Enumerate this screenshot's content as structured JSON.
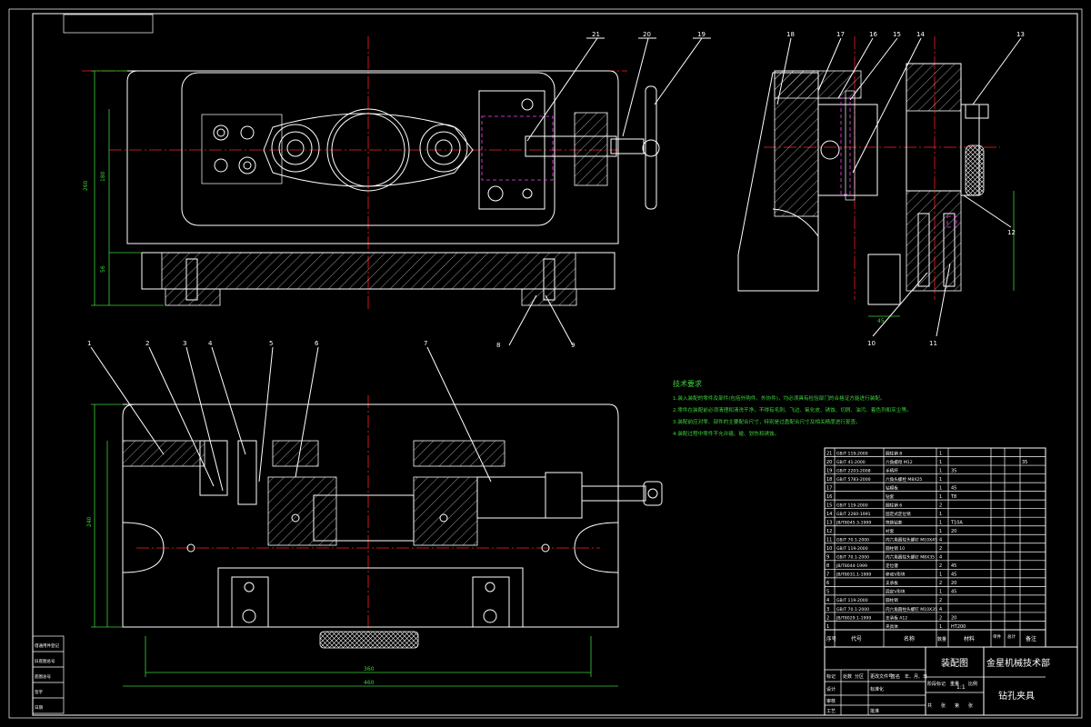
{
  "drawing": {
    "technical_requirements": {
      "heading": "技术要求",
      "items": [
        "1.装入装配的零件及部件(包括外购件、外协件)，均必须具有检验部门的合格证方能进行装配。",
        "2.零件在装配前必须清理和清洗干净，不得有毛刺、飞边、氧化皮、锈蚀、切屑、油污、着色剂和灰尘等。",
        "3.装配前应对零、部件的主要配合尺寸，特别是过盈配合尺寸及相关精度进行复查。",
        "4.装配过程中零件不允许磕、碰、划伤和锈蚀。"
      ]
    },
    "balloons_top_front": [
      "21",
      "20",
      "19"
    ],
    "balloons_side": [
      "18",
      "17",
      "16",
      "15",
      "14",
      "13",
      "12",
      "11",
      "10"
    ],
    "balloons_top_bottom": [
      "8",
      "9"
    ],
    "balloons_plan": [
      "1",
      "2",
      "3",
      "4",
      "5",
      "6",
      "7"
    ],
    "title_block": {
      "drawing_name": "装配图",
      "company": "金星机械技术部",
      "product_name": "钻孔夹具",
      "header_cols": [
        "序号",
        "代号",
        "名称",
        "数量",
        "材料",
        "单件",
        "总计",
        "备注"
      ],
      "sign_rows": [
        "标记",
        "处数",
        "分区",
        "更改文件号",
        "签名",
        "年、月、日"
      ],
      "sign_rows2": [
        "设计",
        "标准化",
        "阶段标记",
        "重量",
        "比例"
      ],
      "sign_rows3": [
        "审核",
        "工艺",
        "批准"
      ],
      "sheet_info": [
        "共",
        "张",
        "第",
        "张"
      ],
      "scale": "1:1"
    },
    "bom": [
      {
        "no": "21",
        "code": "GB/T 119-2000",
        "name": "圆柱销 8",
        "qty": "1",
        "mat": "",
        "note": ""
      },
      {
        "no": "20",
        "code": "GB/T 41-2000",
        "name": "六角螺母 M12",
        "qty": "1",
        "mat": "",
        "note": "35"
      },
      {
        "no": "19",
        "code": "GB/T 2203-2008",
        "name": "手柄杆",
        "qty": "1",
        "mat": "35",
        "note": ""
      },
      {
        "no": "18",
        "code": "GB/T 5783-2000",
        "name": "六角头螺栓 M8X25",
        "qty": "1",
        "mat": "",
        "note": ""
      },
      {
        "no": "17",
        "code": "",
        "name": "钻模板",
        "qty": "1",
        "mat": "45",
        "note": ""
      },
      {
        "no": "16",
        "code": "",
        "name": "钻套",
        "qty": "1",
        "mat": "T8",
        "note": ""
      },
      {
        "no": "15",
        "code": "GB/T 119-2000",
        "name": "圆柱销 6",
        "qty": "2",
        "mat": "",
        "note": ""
      },
      {
        "no": "14",
        "code": "GB/T 2260-1991",
        "name": "固定式定位销",
        "qty": "1",
        "mat": "",
        "note": ""
      },
      {
        "no": "13",
        "code": "JB/T8045.3-1999",
        "name": "快换钻套",
        "qty": "1",
        "mat": "T10A",
        "note": ""
      },
      {
        "no": "12",
        "code": "",
        "name": "衬套",
        "qty": "1",
        "mat": "20",
        "note": ""
      },
      {
        "no": "11",
        "code": "GB/T 70.1-2000",
        "name": "内六角圆柱头螺钉 M10X45",
        "qty": "4",
        "mat": "",
        "note": ""
      },
      {
        "no": "10",
        "code": "GB/T 119-2000",
        "name": "圆柱销 10",
        "qty": "2",
        "mat": "",
        "note": ""
      },
      {
        "no": "9",
        "code": "GB/T 70.1-2000",
        "name": "内六角圆柱头螺钉 M8X35",
        "qty": "4",
        "mat": "",
        "note": ""
      },
      {
        "no": "8",
        "code": "JB/T8044-1999",
        "name": "定位键",
        "qty": "2",
        "mat": "45",
        "note": ""
      },
      {
        "no": "7",
        "code": "JB/T8031.1-1999",
        "name": "移动V形块",
        "qty": "1",
        "mat": "45",
        "note": ""
      },
      {
        "no": "6",
        "code": "",
        "name": "支承板",
        "qty": "2",
        "mat": "20",
        "note": ""
      },
      {
        "no": "5",
        "code": "",
        "name": "固定V形块",
        "qty": "1",
        "mat": "45",
        "note": ""
      },
      {
        "no": "4",
        "code": "GB/T 119-2000",
        "name": "圆柱销",
        "qty": "2",
        "mat": "",
        "note": ""
      },
      {
        "no": "3",
        "code": "GB/T 70.1-2000",
        "name": "内六角圆柱头螺钉 M10X35",
        "qty": "4",
        "mat": "",
        "note": ""
      },
      {
        "no": "2",
        "code": "JB/T8029.1-1999",
        "name": "支承板 A12",
        "qty": "2",
        "mat": "20",
        "note": ""
      },
      {
        "no": "1",
        "code": "",
        "name": "夹具体",
        "qty": "1",
        "mat": "HT200",
        "note": ""
      }
    ],
    "left_stamp": [
      "借通用件登记",
      "旧底图总号",
      "底图总号",
      "签字",
      "日期"
    ],
    "dimensions": {
      "top_height_a": "260",
      "top_height_b": "180",
      "top_base": "56",
      "plan_width_a": "360",
      "plan_width_b": "460",
      "plan_height": "240",
      "side_small": "45"
    }
  }
}
